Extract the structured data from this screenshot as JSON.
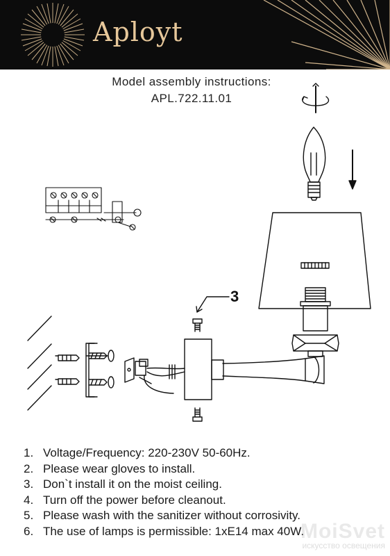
{
  "header": {
    "brand": "Aployt"
  },
  "title": {
    "line1": "Model assembly instructions:",
    "line2": "APL.722.11.01"
  },
  "diagram": {
    "part_label": "3"
  },
  "instructions": [
    {
      "num": "1.",
      "text": "Voltage/Frequency: 220-230V 50-60Hz."
    },
    {
      "num": "2.",
      "text": "Please wear gloves to install."
    },
    {
      "num": "3.",
      "text": "Don`t install it on the moist ceiling."
    },
    {
      "num": "4.",
      "text": "Turn off the power before cleanout."
    },
    {
      "num": "5.",
      "text": "Please wash with the sanitizer without corrosivity."
    },
    {
      "num": "6.",
      "text": "The use of lamps is permissible: 1xE14 max 40W."
    }
  ],
  "watermark": {
    "brand": "MoiSvet",
    "subtitle": "искусство освещения"
  },
  "colors": {
    "header_bg": "#0c0c0c",
    "brand_gold": "#e6c79a"
  }
}
